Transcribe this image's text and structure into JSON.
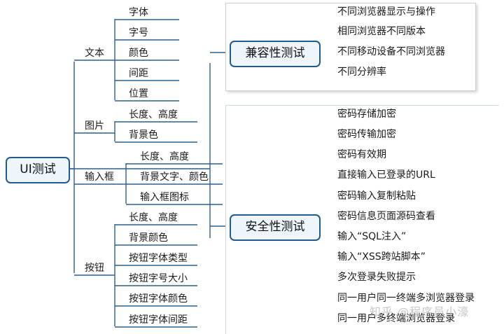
{
  "root": {
    "label": "UI测试"
  },
  "left_groups": [
    {
      "label": "文本",
      "items": [
        "字体",
        "字号",
        "颜色",
        "间距",
        "位置"
      ]
    },
    {
      "label": "图片",
      "items": [
        "长度、高度",
        "背景色"
      ]
    },
    {
      "label": "输入框",
      "items": [
        "长度、高度",
        "背景文字、颜色",
        "输入框图标"
      ]
    },
    {
      "label": "按钮",
      "items": [
        "长度、高度",
        "背景颜色",
        "按钮字体类型",
        "按钮字号大小",
        "按钮字体颜色",
        "按钮字体间距"
      ]
    }
  ],
  "compat": {
    "label": "兼容性测试",
    "items": [
      "不同浏览器显示与操作",
      "相同浏览器不同版本",
      "不同移动设备不同浏览器",
      "不同分辨率"
    ]
  },
  "security": {
    "label": "安全性测试",
    "items": [
      "密码存储加密",
      "密码传输加密",
      "密码有效期",
      "直接输入已登录的URL",
      "密码输入复制粘贴",
      "密码信息页面源码查看",
      "输入“SQL注入”",
      "输入“XSS跨站脚本”",
      "多次登录失败提示",
      "同一用户同一终端多浏览器登录",
      "同一用户多终端浏览器登录"
    ]
  },
  "watermark": "知乎 @程序员小濠",
  "colors": {
    "line": "#2b5f91",
    "box_border": "#1f5b8f",
    "box_fill": "#eef5fb"
  }
}
